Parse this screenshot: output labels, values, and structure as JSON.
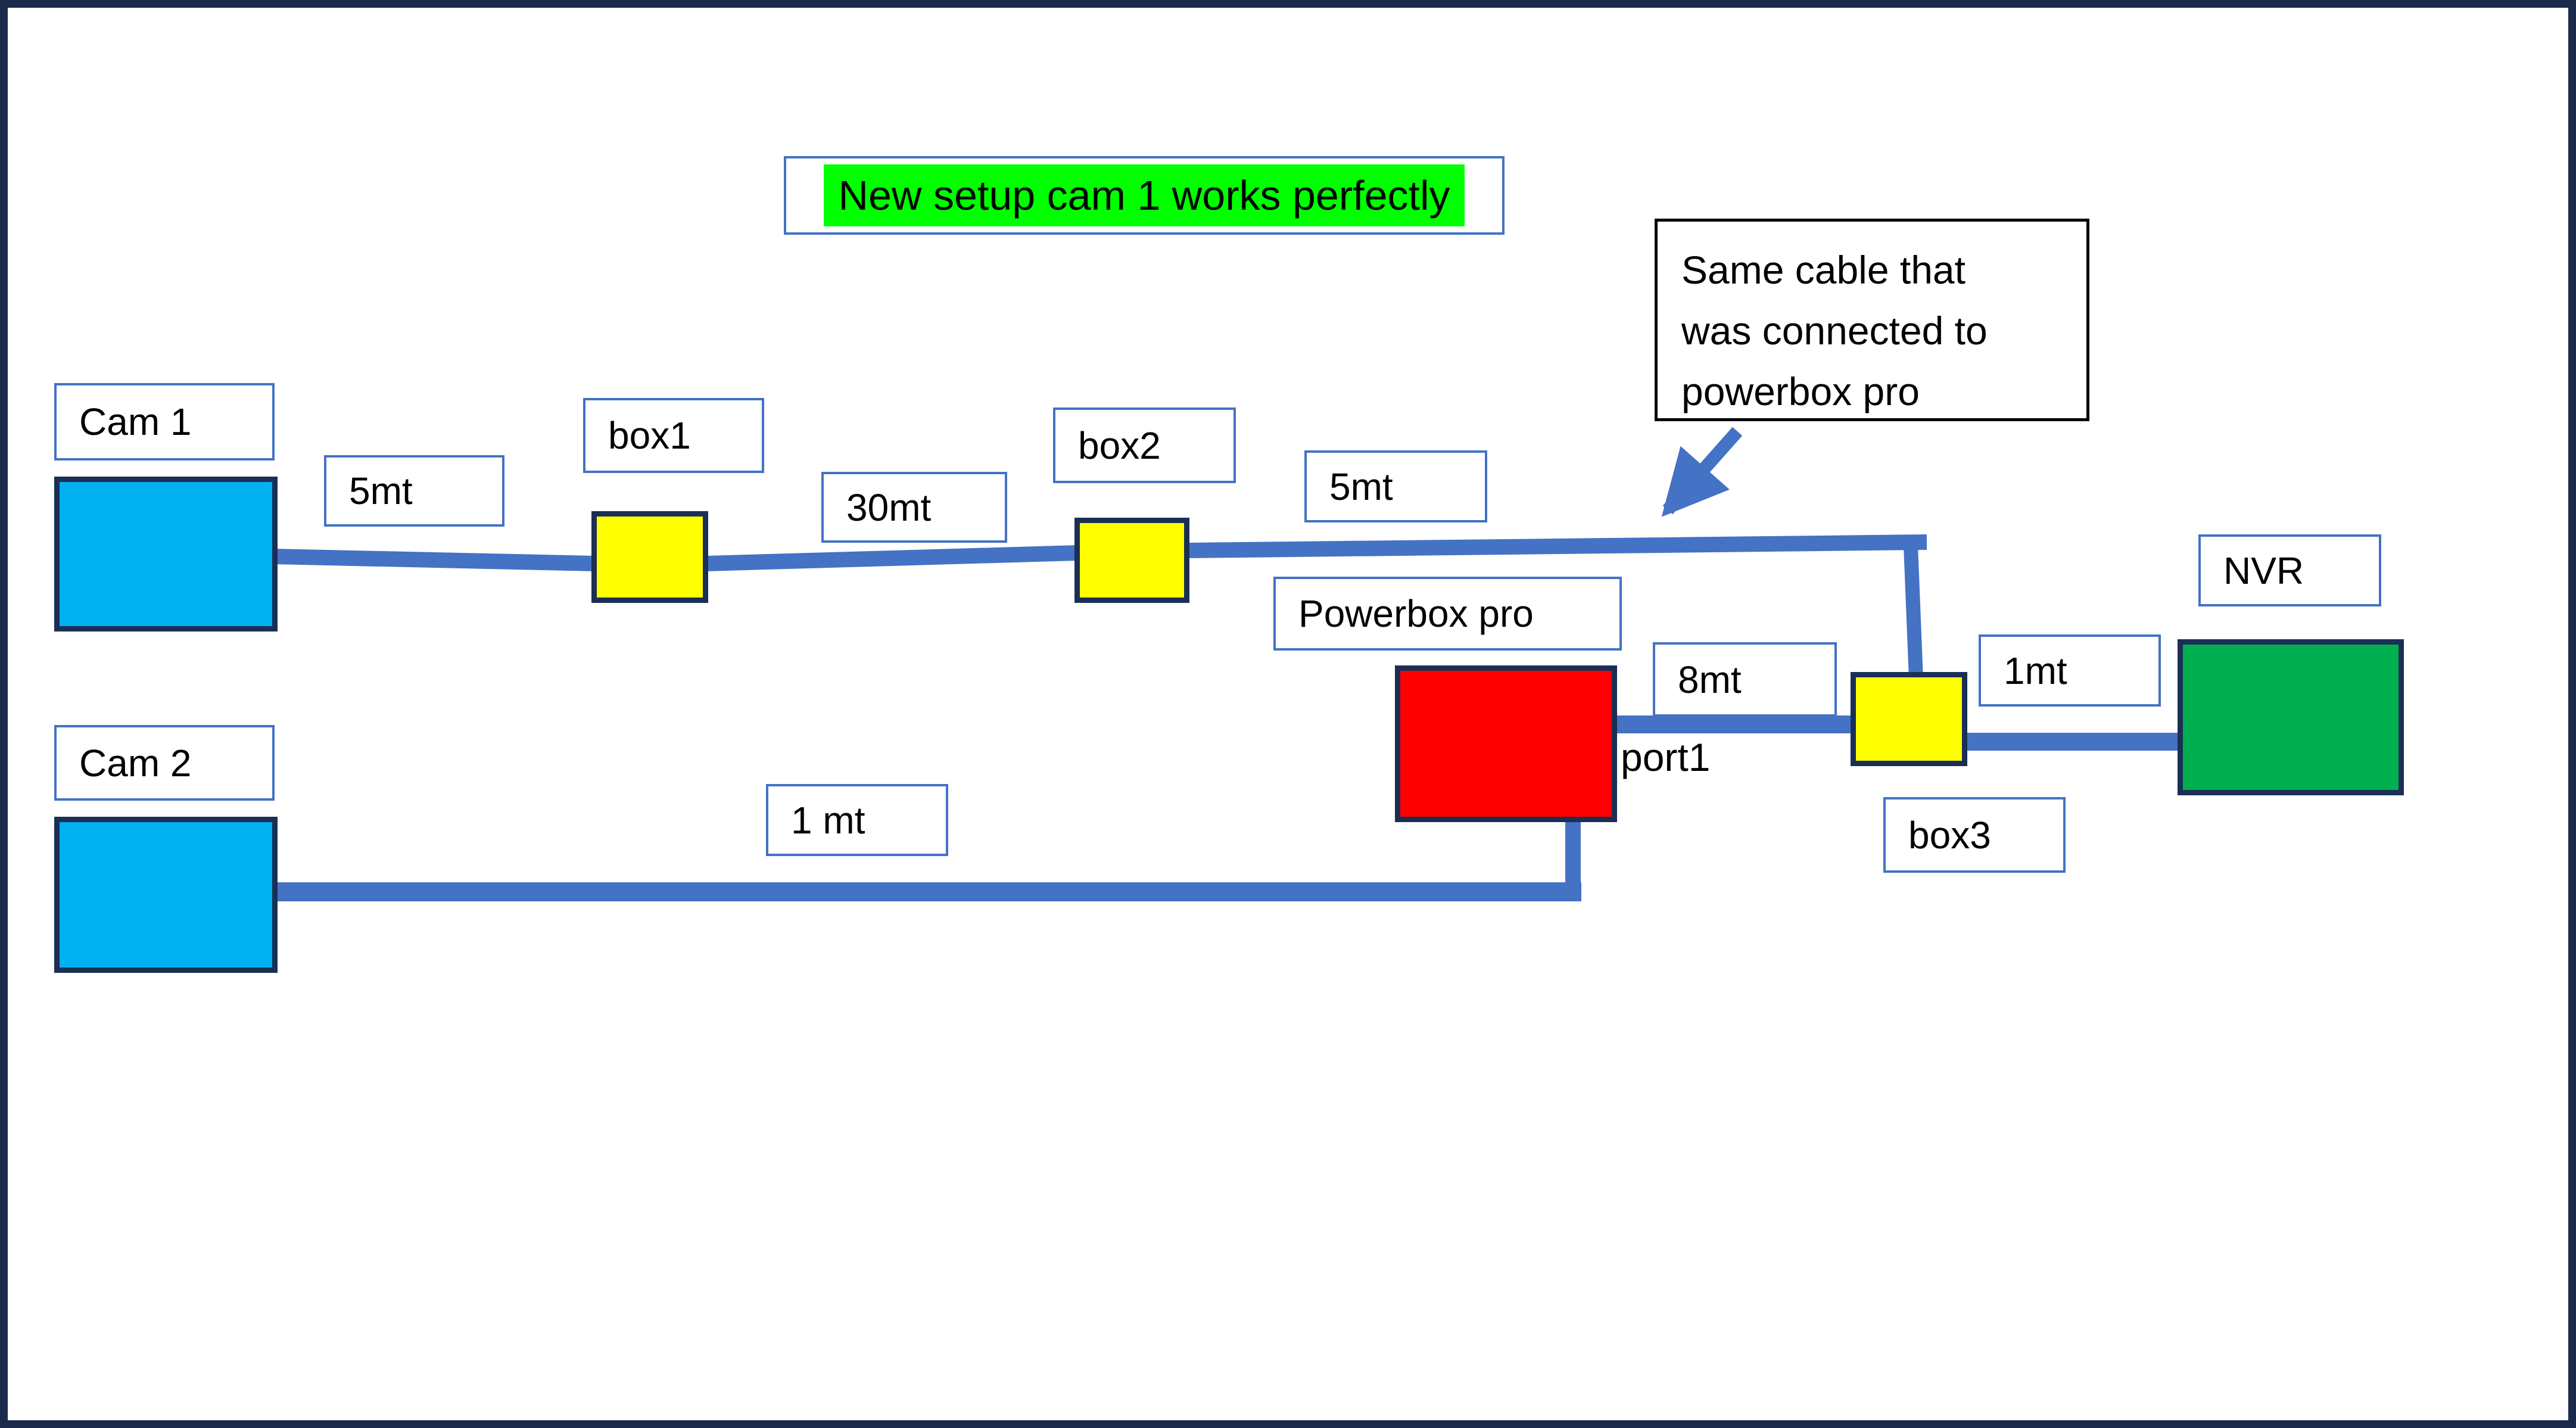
{
  "page": {
    "background": "#ffffff",
    "frame_color": "#1b2a4a"
  },
  "colors": {
    "cable_blue": "#4472C4",
    "label_border_blue": "#4472C4",
    "shape_border_navy": "#1b2f55",
    "camera_cyan": "#00B0F0",
    "junction_yellow": "#FFFF00",
    "powerbox_red": "#FF0000",
    "nvr_green": "#00B050",
    "title_highlight_green": "#00FF00",
    "text_black": "#000000"
  },
  "title": {
    "text": "New setup cam 1 works perfectly"
  },
  "note": {
    "lines": [
      "Same cable that",
      "was connected to",
      "powerbox pro"
    ]
  },
  "devices": {
    "cam1": {
      "label": "Cam 1"
    },
    "cam2": {
      "label": "Cam 2"
    },
    "box1": {
      "label": "box1"
    },
    "box2": {
      "label": "box2"
    },
    "box3": {
      "label": "box3"
    },
    "powerbox": {
      "label": "Powerbox pro",
      "port": "port1"
    },
    "nvr": {
      "label": "NVR"
    }
  },
  "cable_lengths": {
    "cam1_to_box1": "5mt",
    "box1_to_box2": "30mt",
    "box2_to_junction": "5mt",
    "powerbox_to_box3": "8mt",
    "box3_to_nvr": "1mt",
    "cam2_run": "1 mt"
  }
}
